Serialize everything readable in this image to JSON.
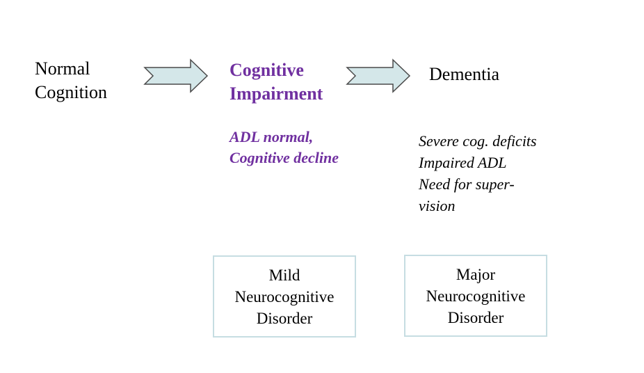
{
  "colors": {
    "accent_purple": "#7030a0",
    "arrow_fill": "#d4e7e9",
    "arrow_stroke": "#4a4a4a",
    "box_border": "#c6dde2"
  },
  "stages": {
    "normal": "Normal\nCognition",
    "mci": "Cognitive\nImpairment",
    "dementia": "Dementia"
  },
  "descriptions": {
    "mci": "ADL normal,\nCognitive decline",
    "dementia": "Severe cog. deficits\nImpaired ADL\nNeed for super-\nvision"
  },
  "boxes": {
    "mild": "Mild\nNeurocognitive\nDisorder",
    "major": "Major\nNeurocognitive\nDisorder"
  }
}
